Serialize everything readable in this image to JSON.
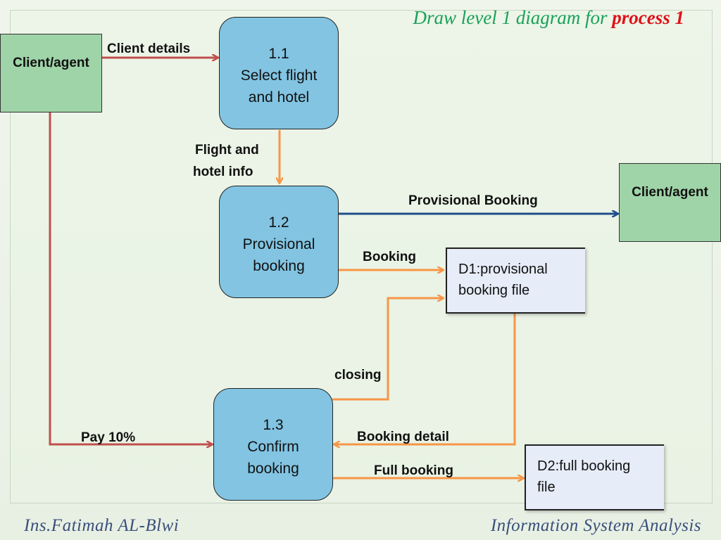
{
  "title": {
    "prefix": "Draw level 1 diagram for ",
    "highlight": "process 1"
  },
  "externals": {
    "left": "Client/agent",
    "right": "Client/agent"
  },
  "processes": {
    "p1": {
      "id": "1.1",
      "line1": "Select flight",
      "line2": "and hotel"
    },
    "p2": {
      "id": "1.2",
      "line1": "Provisional",
      "line2": "booking"
    },
    "p3": {
      "id": "1.3",
      "line1": "Confirm",
      "line2": "booking"
    }
  },
  "stores": {
    "d1": {
      "line1": "D1:provisional",
      "line2": "booking file"
    },
    "d2": {
      "line1": "D2:full booking",
      "line2": "file"
    }
  },
  "flows": {
    "client_details": "Client details",
    "flight_hotel_info_1": "Flight and",
    "flight_hotel_info_2": "hotel info",
    "provisional_booking": "Provisional Booking",
    "booking": "Booking",
    "closing": "closing",
    "pay": "Pay 10%",
    "booking_detail": "Booking detail",
    "full_booking": "Full booking"
  },
  "colors": {
    "red_flow": "#c0504d",
    "orange_flow": "#f79646",
    "blue_flow": "#1f4e8c"
  },
  "footer": {
    "left": "Ins.Fatimah AL-Blwi",
    "right": "Information System Analysis"
  }
}
